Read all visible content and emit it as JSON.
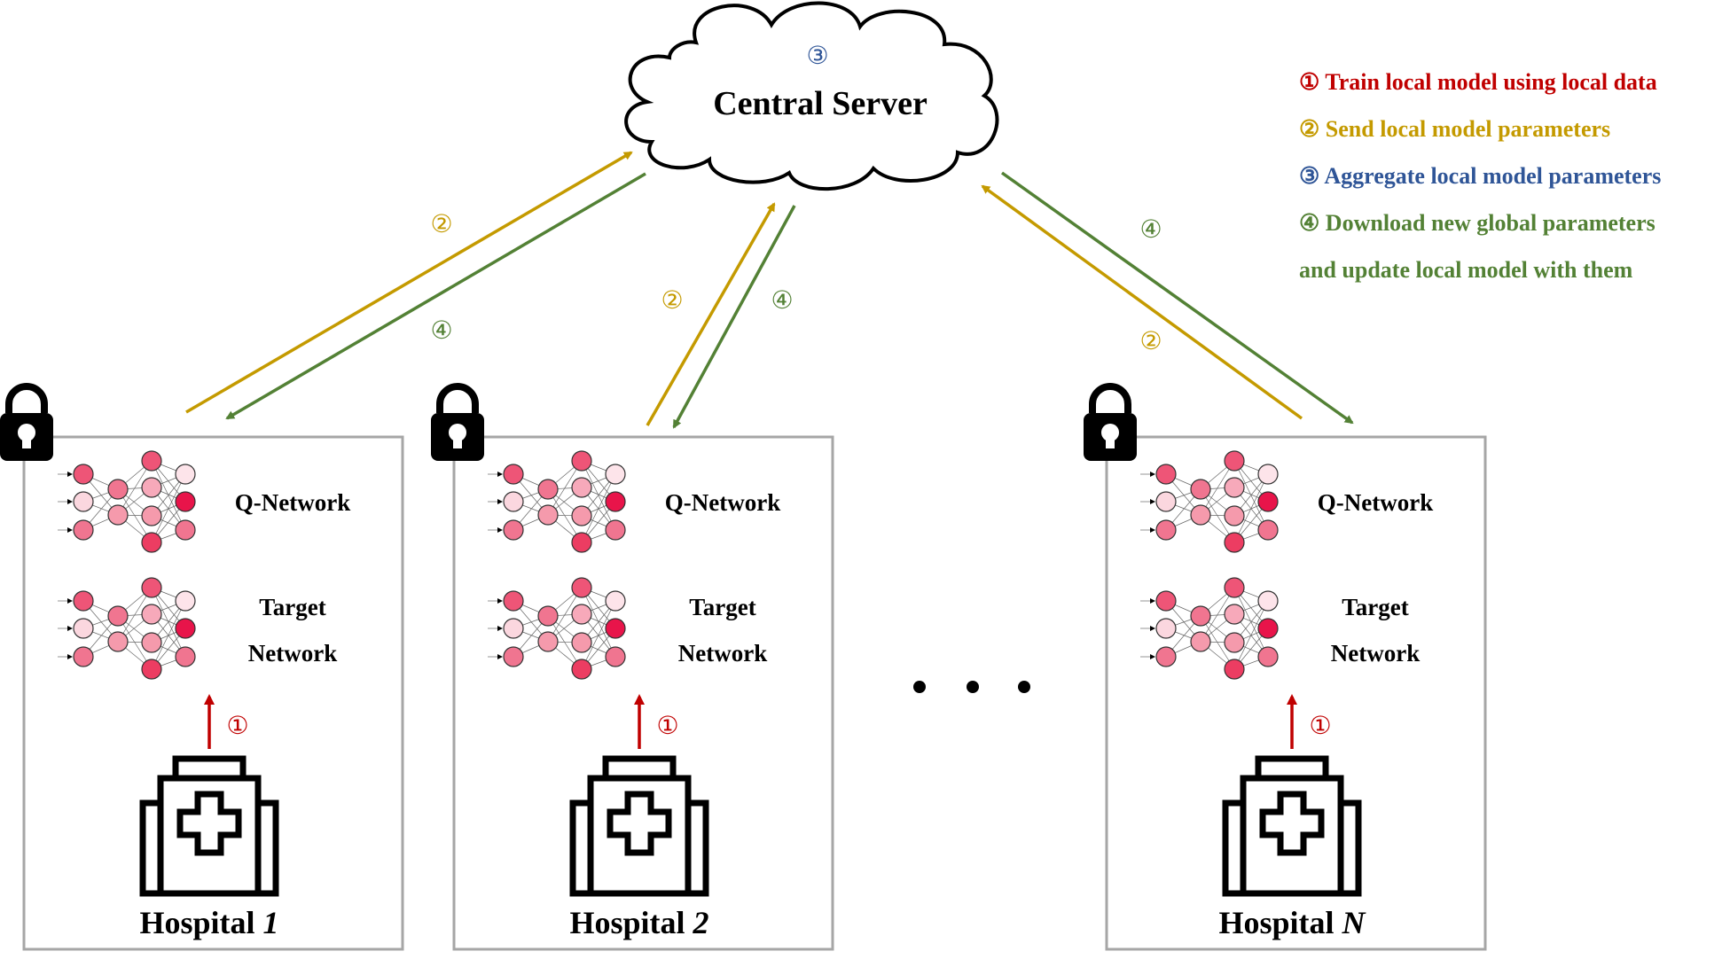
{
  "server": {
    "label": "Central Server",
    "step": "③"
  },
  "legend": {
    "items": [
      {
        "text": "① Train local model using local data",
        "color": "#c00000"
      },
      {
        "text": "② Send local model parameters",
        "color": "#c49a00"
      },
      {
        "text": "③ Aggregate local model parameters",
        "color": "#2f5597"
      },
      {
        "text": "④ Download new global parameters",
        "color": "#538135"
      },
      {
        "text": "and update local model with them",
        "color": "#538135"
      }
    ]
  },
  "arrow_labels": {
    "send": "②",
    "download": "④",
    "train": "①"
  },
  "hospitals": [
    {
      "name": "Hospital ",
      "index": "1"
    },
    {
      "name": "Hospital ",
      "index": "2"
    },
    {
      "name": "Hospital ",
      "index": "N"
    }
  ],
  "network_labels": {
    "q_network": "Q-Network",
    "target_line1": "Target",
    "target_line2": "Network"
  },
  "colors": {
    "send": "#c49a00",
    "download": "#538135",
    "train": "#c00000",
    "box_border": "#a6a6a6",
    "node_dark": "#e8144a",
    "node_mid": "#f06e8a",
    "node_light": "#fbd7df"
  },
  "icons": [
    "lock-icon",
    "hospital-building-icon",
    "cloud-icon",
    "neural-network-icon"
  ]
}
